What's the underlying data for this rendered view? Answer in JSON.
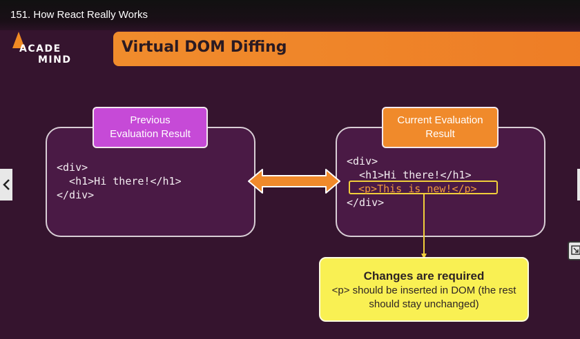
{
  "video": {
    "title": "151. How React Really Works"
  },
  "logo": {
    "line1": "ACADE",
    "line2": "MIND"
  },
  "slide": {
    "title": "Virtual DOM Diffing",
    "previous": {
      "label_line1": "Previous",
      "label_line2": "Evaluation Result",
      "code": "<div>\n  <h1>Hi there!</h1>\n</div>"
    },
    "current": {
      "label_line1": "Current Evaluation",
      "label_line2": "Result",
      "code_open": "<div>\n  <h1>Hi there!</h1>",
      "code_new": "<p>This is new!</p>",
      "code_close": "</div>"
    },
    "note": {
      "title": "Changes are required",
      "body": "<p> should be inserted in DOM (the rest should stay unchanged)"
    }
  },
  "colors": {
    "background": "#35142e",
    "banner": "#f08c2c",
    "previous_label": "#c64ad7",
    "current_label": "#f08a2b",
    "highlight_border": "#f2cf3a",
    "note_bg": "#f9f053"
  }
}
